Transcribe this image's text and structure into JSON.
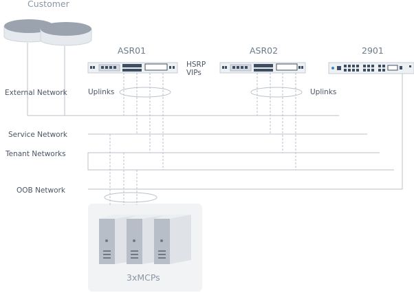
{
  "labels": {
    "customer": "Customer",
    "asr01": "ASR01",
    "asr02": "ASR02",
    "r2901": "2901",
    "hsrp": "HSRP",
    "vips": "VIPs",
    "uplinks_left": "Uplinks",
    "uplinks_right": "Uplinks",
    "external_network": "External Network",
    "service_network": "Service Network",
    "tenant_networks": "Tenant Networks",
    "oob_network": "OOB Network",
    "mcps": "3xMCPs"
  },
  "colors": {
    "line": "#b9c1ca",
    "text": "#4a5564",
    "device_text": "#6c7a8a",
    "router_body": "#eef1f4",
    "port": "#3e4e62",
    "server_front": "#b8bec8",
    "server_side": "#dfe3e8",
    "server_top": "#eceff2",
    "cylinder_top": "#9aa3ae",
    "cylinder_body": "#e6e9ed",
    "panel_bg": "#f2f3f5"
  }
}
